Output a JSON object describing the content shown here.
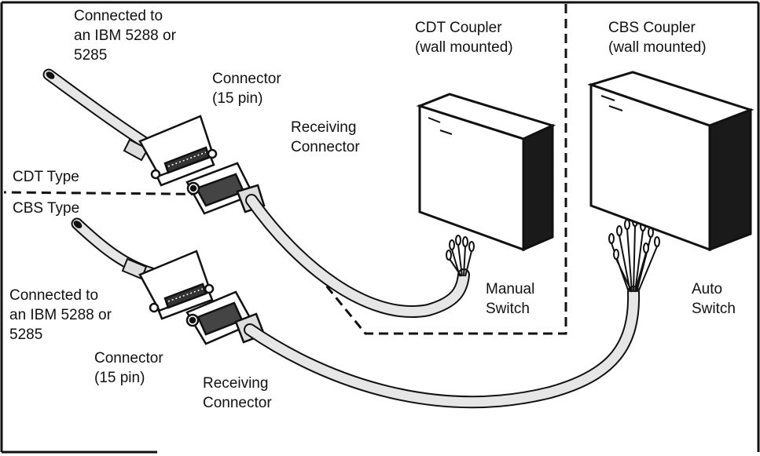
{
  "labels": {
    "top_connected_to": [
      "Connected to",
      "an IBM 5288 or",
      "5285"
    ],
    "top_connector": [
      "Connector",
      "(15 pin)"
    ],
    "top_receiving_connector": [
      "Receiving",
      "Connector"
    ],
    "cdt_coupler": [
      "CDT Coupler",
      "(wall mounted)"
    ],
    "cbs_coupler": [
      "CBS Coupler",
      "(wall mounted)"
    ],
    "cdt_type": "CDT Type",
    "cbs_type": "CBS Type",
    "manual_switch": [
      "Manual",
      "Switch"
    ],
    "auto_switch": [
      "Auto",
      "Switch"
    ],
    "bottom_connected_to": [
      "Connected to",
      "an IBM 5288 or",
      "5285"
    ],
    "bottom_connector": [
      "Connector",
      "(15 pin)"
    ],
    "bottom_receiving_connector": [
      "Receiving",
      "Connector"
    ]
  },
  "colors": {
    "ink": "#111111",
    "cable": "#e6e6e6",
    "box_face": "#ffffff",
    "box_shade": "#1a1a1a"
  }
}
